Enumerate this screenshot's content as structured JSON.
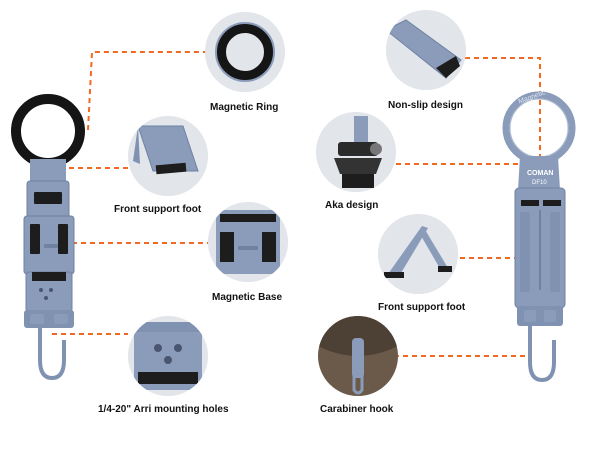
{
  "colors": {
    "accent": "#f26a21",
    "product": "#8a9cba",
    "product_dark": "#6f82a2",
    "pad": "#1d1d1d",
    "ring_black": "#151515",
    "bubble": "#e7e9ec"
  },
  "left_labels": {
    "magnetic_ring": "Magnetic Ring",
    "front_support_foot": "Front support foot",
    "magnetic_base": "Magnetic Base",
    "mounting_holes": "1/4-20\" Arri mounting holes"
  },
  "right_labels": {
    "non_slip": "Non-slip design",
    "aka_design": "Aka design",
    "front_support_foot": "Front support foot",
    "carabiner_hook": "Carabiner hook"
  },
  "product_text": {
    "ring_engraving": "Magnetic",
    "brand": "COMAN",
    "model": "DF10"
  },
  "icons": {
    "magnetic_ring_detail": "magnetic-ring-icon",
    "front_foot_detail": "support-foot-icon",
    "magnetic_base_detail": "magnetic-base-icon",
    "mounting_holes_detail": "mounting-holes-icon",
    "non_slip_detail": "non-slip-foot-icon",
    "aka_detail": "tripod-head-icon",
    "right_foot_detail": "support-legs-icon",
    "carabiner_detail": "carabiner-icon"
  }
}
